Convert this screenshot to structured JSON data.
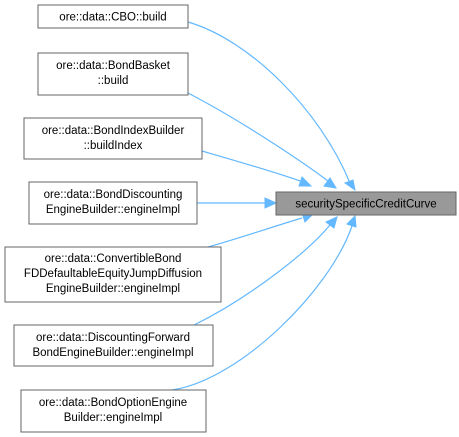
{
  "target": {
    "label": "securitySpecificCreditCurve"
  },
  "callers": [
    {
      "id": "cbo-build",
      "lines": [
        "ore::data::CBO::build"
      ]
    },
    {
      "id": "bondbasket-build",
      "lines": [
        "ore::data::BondBasket",
        "::build"
      ]
    },
    {
      "id": "bondindexbuilder-buildindex",
      "lines": [
        "ore::data::BondIndexBuilder",
        "::buildIndex"
      ]
    },
    {
      "id": "bonddiscounting-engineimpl",
      "lines": [
        "ore::data::BondDiscounting",
        "EngineBuilder::engineImpl"
      ]
    },
    {
      "id": "convertiblebond-engineimpl",
      "lines": [
        "ore::data::ConvertibleBond",
        "FDDefaultableEquityJumpDiffusion",
        "EngineBuilder::engineImpl"
      ]
    },
    {
      "id": "discountingforward-engineimpl",
      "lines": [
        "ore::data::DiscountingForward",
        "BondEngineBuilder::engineImpl"
      ]
    },
    {
      "id": "bondoption-engineimpl",
      "lines": [
        "ore::data::BondOptionEngine",
        "Builder::engineImpl"
      ]
    }
  ],
  "colors": {
    "edge": "#63b8ff",
    "target_fill": "#999999",
    "border": "#666666"
  }
}
